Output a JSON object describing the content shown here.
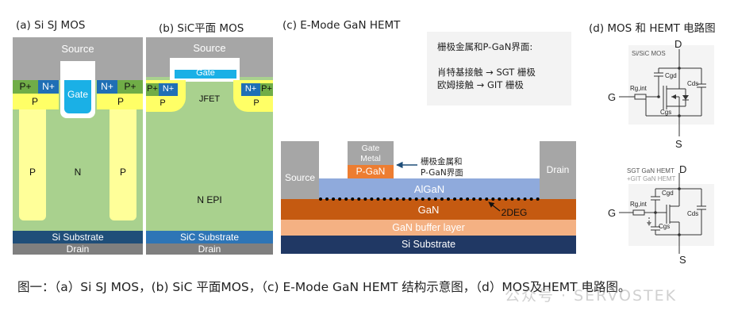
{
  "panel_a": {
    "title": "(a) Si SJ MOS",
    "source": "Source",
    "gate": "Gate",
    "p_plus_left": "P+",
    "n_plus_left": "N+",
    "n_plus_right": "N+",
    "p_plus_right": "P+",
    "p_body_left": "P",
    "p_body_right": "P",
    "p_pillar_left": "P",
    "n_region": "N",
    "p_pillar_right": "P",
    "substrate": "Si Substrate",
    "drain": "Drain"
  },
  "panel_b": {
    "title": "(b) SiC平面 MOS",
    "source": "Source",
    "gate": "Gate",
    "p_plus_left": "P+",
    "n_plus_left": "N+",
    "n_plus_right": "N+",
    "p_plus_right": "P+",
    "p_body_left": "P",
    "p_body_right": "P",
    "jfet": "JFET",
    "n_epi": "N EPI",
    "substrate": "SiC Substrate",
    "drain": "Drain"
  },
  "panel_c": {
    "title": "(c) E-Mode GaN HEMT",
    "source": "Source",
    "drain": "Drain",
    "gate_metal_line1": "Gate",
    "gate_metal_line2": "Metal",
    "p_gan": "P-GaN",
    "algan": "AlGaN",
    "gan": "GaN",
    "buffer": "GaN buffer layer",
    "substrate": "Si Substrate",
    "twodeg": "2DEG",
    "interface_note_line1": "栅极金属和",
    "interface_note_line2": "P-GaN界面"
  },
  "note_box": {
    "heading": "栅极金属和P-GaN界面:",
    "line1": "肖特基接触 → SGT 栅极",
    "line2": "欧姆接触    → GIT 栅极"
  },
  "panel_d": {
    "title": "(d) MOS 和 HEMT 电路图",
    "top_label": "Si/SiC MOS",
    "top_d": "D",
    "top_g": "G",
    "top_s": "S",
    "top_rg": "Rg,int",
    "top_cgd": "Cgd",
    "top_cds": "Cds",
    "top_cgs": "Cgs",
    "bottom_label1": "SGT GaN HEMT",
    "bottom_label2": "+GIT GaN HEMT",
    "bottom_d": "D",
    "bottom_g": "G",
    "bottom_s": "S",
    "bottom_rg": "Rg,int",
    "bottom_cgd": "Cgd",
    "bottom_cds": "Cds",
    "bottom_cgs": "Cgs"
  },
  "caption": "图一：（a）Si SJ MOS，(b) SiC 平面MOS，（c) E-Mode GaN HEMT 结构示意图，（d）MOS及HEMT 电路图。",
  "watermark": "公众号 · SERVOSTEK",
  "colors": {
    "gray_metal": "#a6a6a6",
    "p_plus": "#70ad47",
    "n_plus": "#1f6fb5",
    "p_body": "#ffff66",
    "p_pillar": "#ffff99",
    "n_drift": "#a9d18e",
    "substrate": "#1f4e79",
    "drain": "#7f7f7f",
    "gate_blue": "#1ab0e6",
    "p_gan": "#ed7d31",
    "algan": "#8faadc",
    "gan": "#c55a11",
    "buffer": "#f4b183",
    "gan_substrate": "#203864"
  }
}
